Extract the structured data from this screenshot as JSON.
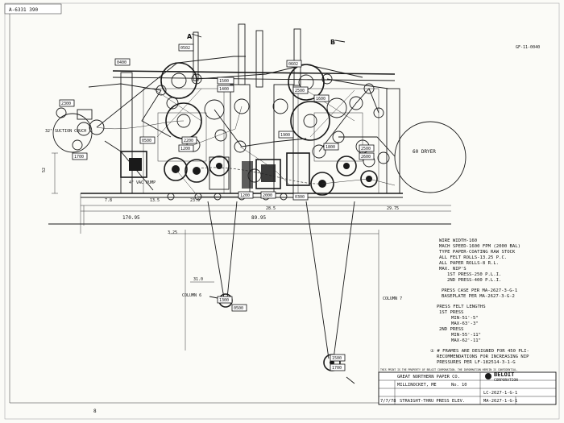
{
  "stamp_top": "A-6331 390",
  "section_a": "A",
  "section_b": "B",
  "labels": {
    "couch": "32\" SUCTION COUCH",
    "dryer": "60 DRYER",
    "pump": "4\" VAC PUMP",
    "column6": "COLUMN 6",
    "column7": "COLUMN 7",
    "top_right_code": "GF-11-0040"
  },
  "roll_numbers": [
    "0400",
    "0502",
    "0602",
    "1500",
    "1400",
    "2300",
    "1700",
    "0500",
    "2200",
    "1200",
    "2500",
    "1600",
    "1900",
    "1800",
    "2500",
    "2600",
    "1300",
    "0500",
    "1500",
    "1700",
    "1200",
    "2000",
    "0300"
  ],
  "dimensions": {
    "d1": "7.8",
    "d2": "13.5",
    "d3": "23.5",
    "d4": "28.5",
    "d5": "170.95",
    "d6": "89.95",
    "d7": "29.75",
    "d8": "3.25",
    "d9": "31.0",
    "d10": "52"
  },
  "notes": [
    "WIRE WIDTH-160",
    "MACH SPEED-1600 FPM (2000 BAL)",
    "TYPE PAPER-COATING RAW STOCK",
    "ALL FELT ROLLS-13.25 P.C.",
    "ALL PAPER ROLLS-8 R.L.",
    "MAX. NIP'S",
    "1ST PRESS-250 P.L.I.",
    "2ND PRESS-400 P.L.I.",
    "",
    "PRESS CASE PER MA-2627-3-G-1",
    "BASEPLATE PER MA-2627-3-G-2",
    "",
    "PRESS FELT LENGTHS",
    "1ST PRESS",
    "MIN-51'-5\"",
    "MAX-63'-3\"",
    "2ND PRESS",
    "MIN-55'-11\"",
    "MAX-62'-11\"",
    "",
    "① # FRAMES ARE DESIGNED FOR 450 PLI-",
    "RECOMMENDATIONS FOR INCREASING NIP",
    "PRESSURES PER LF-182514-3-1-G"
  ],
  "title_block": {
    "company": "BELOIT",
    "company_sub": "CORPORATION",
    "customer": "GREAT NORTHERN PAPER CO.",
    "location": "MILLINOCKET, ME",
    "machine": "No. 10",
    "title": "STRAIGHT-THRU PRESS ELEV.",
    "drawing_no": "MA-2627-1-G-1",
    "date": "7/7/78",
    "sheet_ref": "LC-2627-1-G-1",
    "disclaimer": "THIS PRINT IS THE PROPERTY OF BELOIT CORPORATION. THE INFORMATION HEREIN IS CONFIDENTIAL."
  },
  "bottom_mark": "8"
}
